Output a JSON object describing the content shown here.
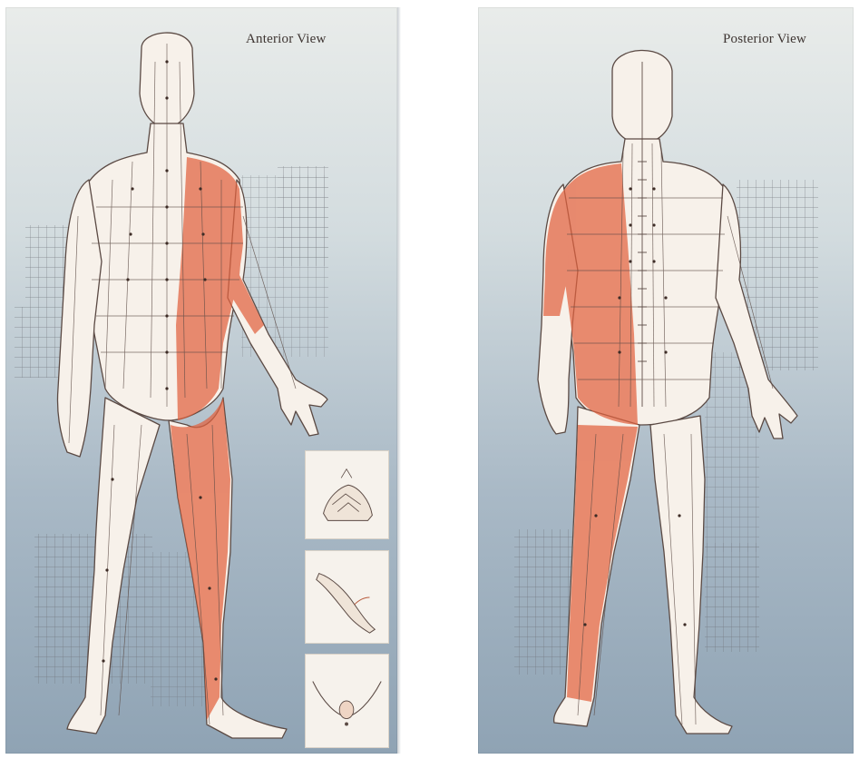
{
  "plates": {
    "anterior": {
      "title": "Anterior View"
    },
    "posterior": {
      "title": "Posterior View"
    }
  },
  "colors": {
    "background_top": "#e9ecea",
    "background_bottom": "#8fa3b4",
    "muscle": "#e2623f",
    "outline": "#5b4a44",
    "grid": "#6d6f76",
    "detail_panel": "#f6f2ec"
  },
  "insets": [
    "head-detail",
    "hand-detail",
    "pelvis-detail"
  ]
}
